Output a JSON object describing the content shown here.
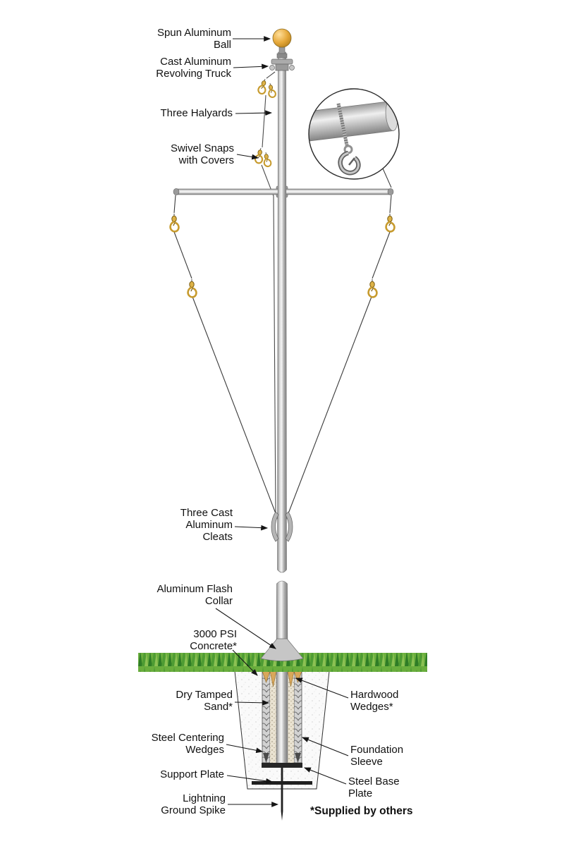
{
  "labels": {
    "ball": [
      "Spun Aluminum",
      "Ball"
    ],
    "truck": [
      "Cast Aluminum",
      "Revolving Truck"
    ],
    "halyards": [
      "Three Halyards"
    ],
    "swivel_snaps": [
      "Swivel Snaps",
      "with Covers"
    ],
    "cleats": [
      "Three Cast",
      "Aluminum",
      "Cleats"
    ],
    "flash_collar": [
      "Aluminum Flash",
      "Collar"
    ],
    "concrete": [
      "3000 PSI",
      "Concrete*"
    ],
    "sand": [
      "Dry Tamped",
      "Sand*"
    ],
    "centering_wedges": [
      "Steel Centering",
      "Wedges"
    ],
    "support_plate": [
      "Support Plate"
    ],
    "ground_spike": [
      "Lightning",
      "Ground Spike"
    ],
    "hardwood_wedges": [
      "Hardwood",
      "Wedges*"
    ],
    "foundation_sleeve": [
      "Foundation",
      "Sleeve"
    ],
    "base_plate": [
      "Steel Base",
      "Plate"
    ],
    "footnote": [
      "*Supplied by others"
    ]
  },
  "colors": {
    "ball_gold": "#E2A735",
    "hook_brass": "#C79B2E",
    "pole_gray": "#BFBFBF",
    "grass_green": "#5AA63E",
    "wedge_tan": "#D9A75A",
    "line_black": "#151515"
  }
}
